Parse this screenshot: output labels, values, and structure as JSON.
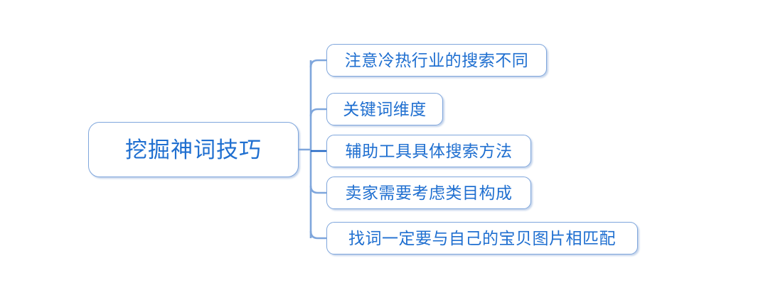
{
  "diagram": {
    "type": "mindmap",
    "orientation": "left-root-right-branches",
    "background_color": "#ffffff",
    "node_border_color": "#7FA6DC",
    "node_fill_color": "#ffffff",
    "text_color": "#1F6FD0",
    "connector_color": "#7FA6DC",
    "connector_accent_color": "#2166C4",
    "root": {
      "label": "挖掘神词技巧"
    },
    "branches": [
      {
        "label": "注意冷热行业的搜索不同"
      },
      {
        "label": "关键词维度"
      },
      {
        "label": "辅助工具具体搜索方法"
      },
      {
        "label": "卖家需要考虑类目构成"
      },
      {
        "label": "找词一定要与自己的宝贝图片相匹配"
      }
    ]
  }
}
